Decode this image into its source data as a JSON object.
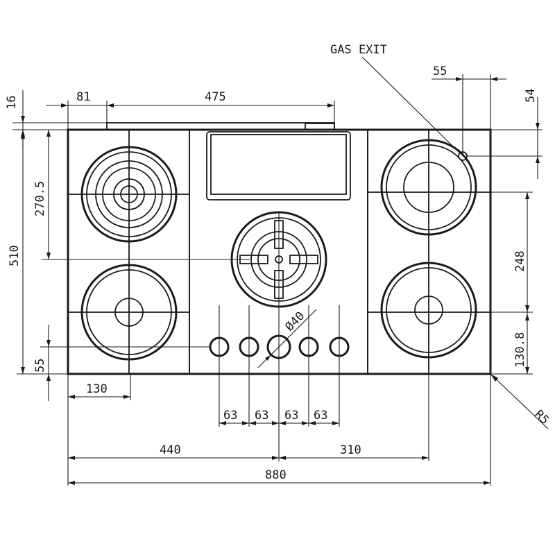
{
  "annotations": {
    "gas_exit": "GAS EXIT",
    "radius": "R5",
    "diameter": "Ø40"
  },
  "dimensions": {
    "top_16": "16",
    "top_81": "81",
    "top_475": "475",
    "right_55": "55",
    "right_54": "54",
    "left_510": "510",
    "left_270_5": "270.5",
    "left_55": "55",
    "right_248": "248",
    "right_130_8": "130.8",
    "bottom_130": "130",
    "knob_spacing": [
      "63",
      "63",
      "63",
      "63"
    ],
    "bottom_440": "440",
    "bottom_310": "310",
    "bottom_880": "880"
  }
}
